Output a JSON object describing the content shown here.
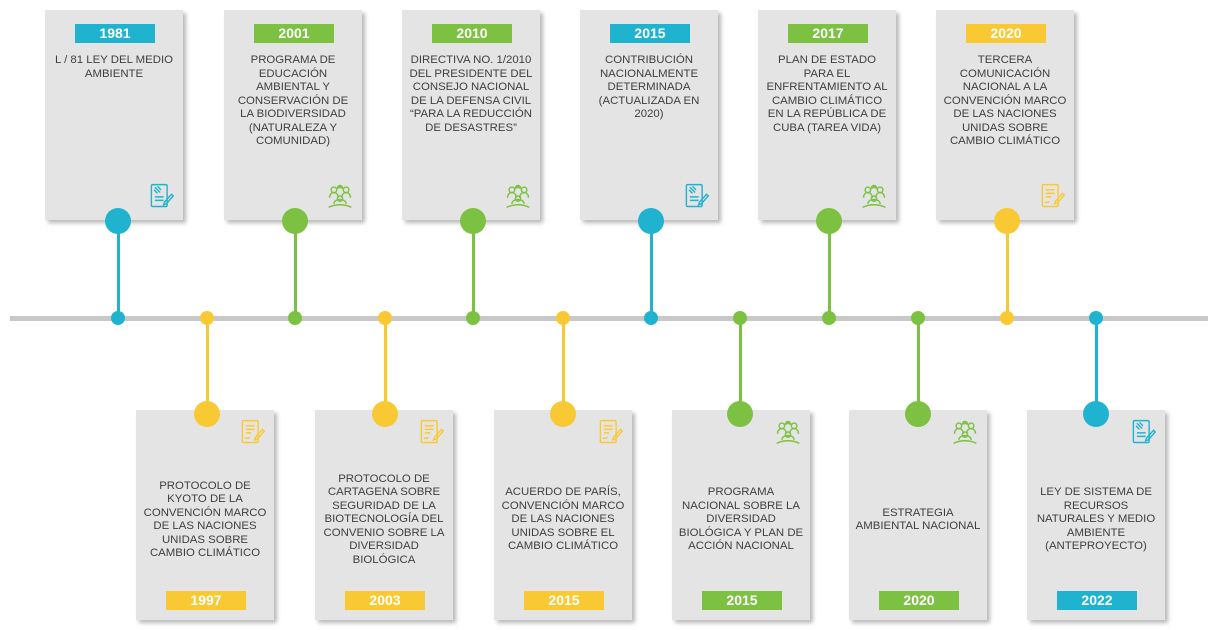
{
  "colors": {
    "blue": "#1fb3cf",
    "green": "#7dc142",
    "yellow": "#f9c933",
    "axis": "#c8c8c8"
  },
  "events": [
    {
      "year": "1981",
      "text": "L / 81 Ley del Medio Ambiente",
      "color": "blue",
      "position": "top",
      "icon": "legal-document-icon"
    },
    {
      "year": "1997",
      "text": "Protocolo de Kyoto de la Convención Marco de las Naciones Unidas sobre Cambio Climático",
      "color": "yellow",
      "position": "bottom",
      "icon": "signed-document-icon"
    },
    {
      "year": "2001",
      "text": "Programa de Educación Ambiental y Conservación de la Biodiversidad (Naturaleza y Comunidad)",
      "color": "green",
      "position": "top",
      "icon": "community-plants-icon"
    },
    {
      "year": "2003",
      "text": "Protocolo de Cartagena sobre Seguridad de la Biotecnología del Convenio sobre la Diversidad Biológica",
      "color": "yellow",
      "position": "bottom",
      "icon": "signed-document-icon"
    },
    {
      "year": "2010",
      "text": "Directiva No. 1/2010 del Presidente del Consejo Nacional de la Defensa Civil “Para la Reducción de Desastres”",
      "color": "green",
      "position": "top",
      "icon": "community-plants-icon"
    },
    {
      "year": "2015",
      "text": "Acuerdo de París, Convención Marco de las Naciones Unidas sobre el Cambio Climático",
      "color": "yellow",
      "position": "bottom",
      "icon": "signed-document-icon"
    },
    {
      "year": "2015",
      "text": "Contribución Nacionalmente Determinada (Actualizada en 2020)",
      "color": "blue",
      "position": "top",
      "icon": "legal-document-icon"
    },
    {
      "year": "2015",
      "text": "Programa Nacional sobre la Diversidad Biológica y Plan de Acción Nacional",
      "color": "green",
      "position": "bottom",
      "icon": "community-plants-icon"
    },
    {
      "year": "2017",
      "text": "Plan de Estado para el Enfrentamiento al Cambio Climático en la República de Cuba (Tarea Vida)",
      "color": "green",
      "position": "top",
      "icon": "community-plants-icon"
    },
    {
      "year": "2020",
      "text": "Estrategia Ambiental Nacional",
      "color": "green",
      "position": "bottom",
      "icon": "community-plants-icon"
    },
    {
      "year": "2020",
      "text": "Tercera Comunicación Nacional a la Convención Marco de las Naciones Unidas sobre Cambio Climático",
      "color": "yellow",
      "position": "top",
      "icon": "signed-document-icon"
    },
    {
      "year": "2022",
      "text": "Ley de Sistema de Recursos Naturales y Medio Ambiente (Anteproyecto)",
      "color": "blue",
      "position": "bottom",
      "icon": "legal-document-icon"
    }
  ]
}
